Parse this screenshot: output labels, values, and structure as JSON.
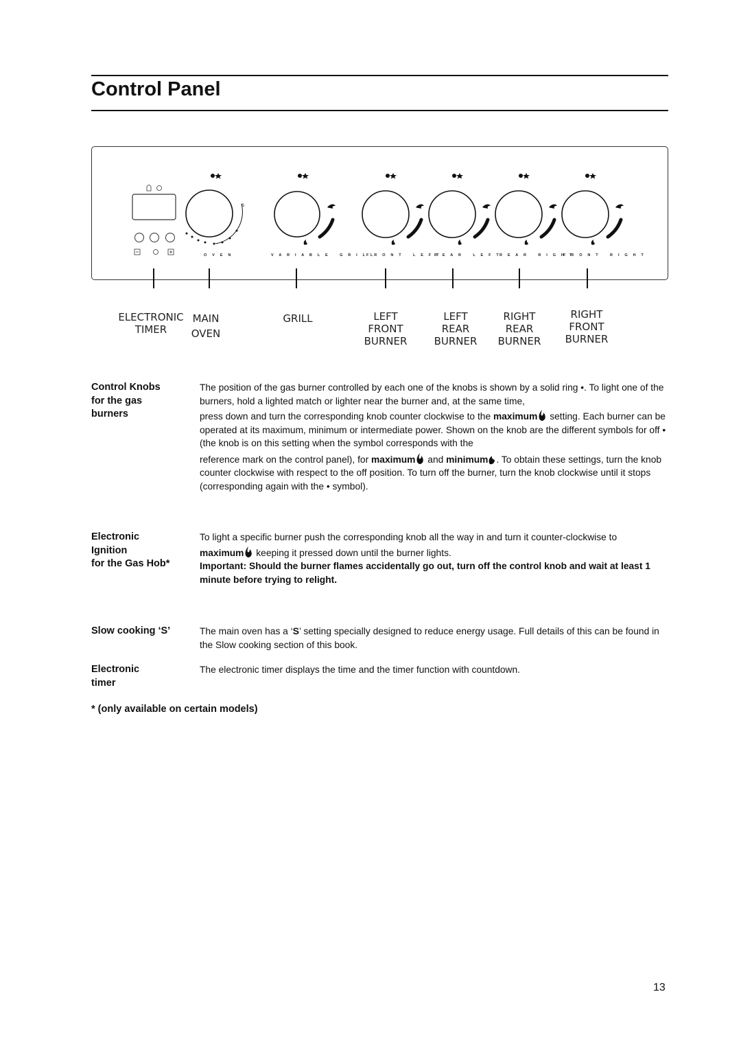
{
  "page": {
    "title": "Control Panel",
    "page_number": "13"
  },
  "panel": {
    "timer_buttons": [
      "minus-button",
      "clock-button",
      "plus-button"
    ],
    "knobs": [
      {
        "id": "oven",
        "scale_label": "O V E N",
        "caption": [
          "MAIN",
          "OVEN"
        ]
      },
      {
        "id": "grill",
        "scale_label": "V A R I A B L E   G R I L L",
        "caption": [
          "GRILL"
        ]
      },
      {
        "id": "front-left",
        "scale_label": "F R O N T   L E F T",
        "caption": [
          "LEFT",
          "FRONT",
          "BURNER"
        ]
      },
      {
        "id": "rear-left",
        "scale_label": "R E A R   L E F T",
        "caption": [
          "LEFT",
          "REAR",
          "BURNER"
        ]
      },
      {
        "id": "rear-right",
        "scale_label": "R E A R   R I G H T",
        "caption": [
          "RIGHT",
          "REAR",
          "BURNER"
        ]
      },
      {
        "id": "front-right",
        "scale_label": "F R O N T   R I G H T",
        "caption": [
          "RIGHT",
          "FRONT",
          "BURNER"
        ]
      }
    ],
    "timer_caption": [
      "ELECTRONIC",
      "TIMER"
    ]
  },
  "sections": {
    "control_knobs": {
      "heading": [
        "Control Knobs",
        "for the gas",
        "burners"
      ],
      "p1": "The position of the gas burner controlled by each one of the knobs is shown by a solid ring •.  To light one of the burners, hold a lighted match or lighter near the burner and, at the same time,",
      "p2a": "press down and turn the corresponding knob counter clockwise to the ",
      "p2_bold": "maximum",
      "p2b": " setting. Each burner can be operated at its maximum, minimum or intermediate power. Shown on the knob are the different symbols for off •  (the knob is on this setting when the symbol corresponds with the",
      "p3a": "reference mark on the control panel), for ",
      "p3_bold1": "maximum",
      "p3b": " and ",
      "p3_bold2": "minimum",
      "p3c": ". To obtain these settings, turn the knob counter clockwise with respect to the off position. To turn off the burner, turn the knob clockwise until it stops (corresponding again with the • symbol)."
    },
    "ignition": {
      "heading": [
        "Electronic",
        "Ignition",
        "for the Gas Hob*"
      ],
      "p1": "To light a specific burner push the corresponding knob all the way in and turn it counter-clockwise to",
      "p2_bold": "maximum",
      "p2": " keeping it pressed down until the burner lights.",
      "p3": "Important:  Should the burner flames accidentally go out, turn off the control knob and wait at least 1 minute before trying to relight."
    },
    "slow_cooking": {
      "heading": [
        "Slow cooking ‘S’"
      ],
      "p_a": "The main oven has a ‘",
      "p_bold": "S",
      "p_b": "’ setting specially designed to reduce energy usage. Full details of this can be found in the Slow cooking section of this book."
    },
    "timer": {
      "heading": [
        "Electronic",
        "timer"
      ],
      "p": "The electronic timer displays the time and the timer function with countdown."
    }
  },
  "footnote": "* (only available on certain models)"
}
